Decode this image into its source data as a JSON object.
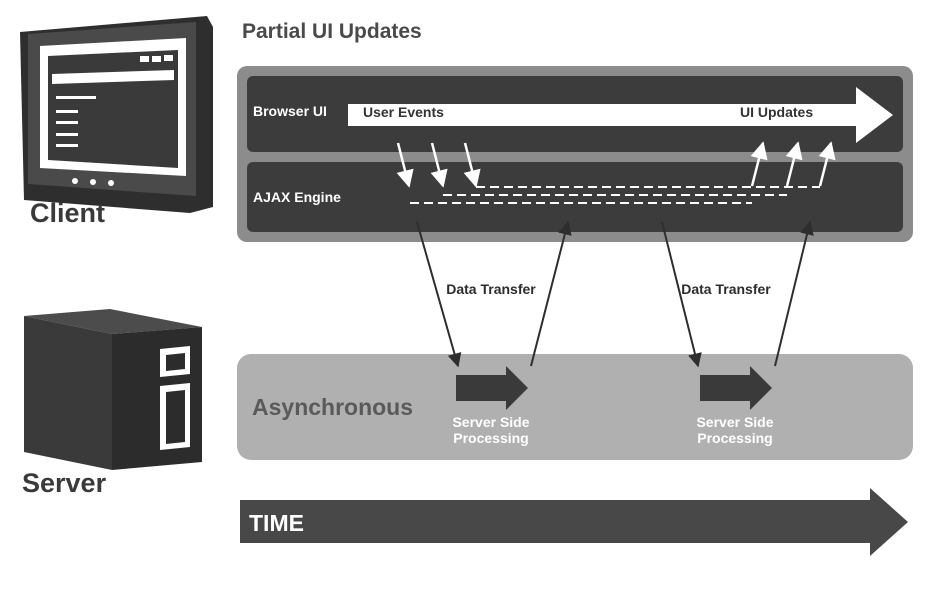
{
  "title": "Partial UI Updates",
  "client_label": "Client",
  "server_label": "Server",
  "browser_ui_label": "Browser UI",
  "ajax_engine_label": "AJAX Engine",
  "user_events_label": "User Events",
  "ui_updates_label": "UI Updates",
  "data_transfer_1": "Data Transfer",
  "data_transfer_2": "Data Transfer",
  "async_label": "Asynchronous",
  "server_processing_1": "Server Side Processing",
  "server_processing_2": "Server Side Processing",
  "time_label": "TIME",
  "icons": [
    "monitor-icon",
    "server-tower-icon"
  ],
  "colors": {
    "dark_panel": "#3c3c3c",
    "outer_panel": "#8c8c8c",
    "async_panel": "#b0b0b0",
    "time_arrow": "#484848"
  }
}
